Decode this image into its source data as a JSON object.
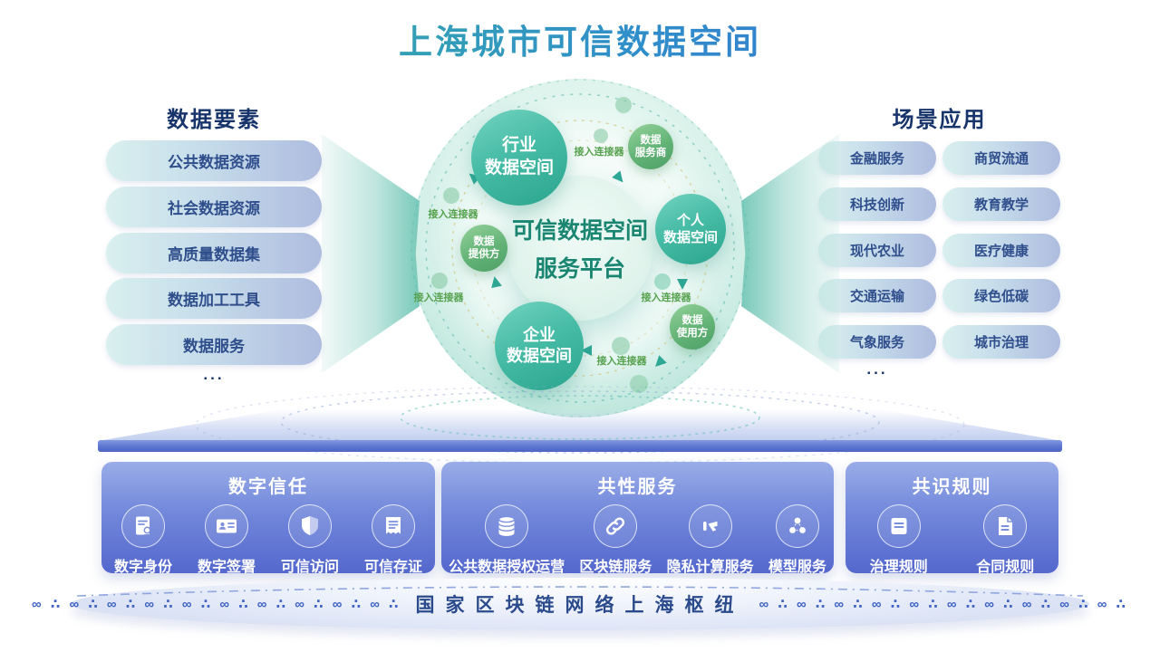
{
  "title": "上海城市可信数据空间",
  "left_panel": {
    "header": "数据要素",
    "items": [
      "公共数据资源",
      "社会数据资源",
      "高质量数据集",
      "数据加工工具",
      "数据服务"
    ],
    "more": "..."
  },
  "right_panel": {
    "header": "场景应用",
    "items": [
      "金融服务",
      "商贸流通",
      "科技创新",
      "教育教学",
      "现代农业",
      "医疗健康",
      "交通运输",
      "绿色低碳",
      "气象服务",
      "城市治理"
    ],
    "more": "..."
  },
  "center": {
    "platform_line1": "可信数据空间",
    "platform_line2": "服务平台",
    "industry_space": {
      "line1": "行业",
      "line2": "数据空间"
    },
    "personal_space": {
      "line1": "个人",
      "line2": "数据空间"
    },
    "enterprise_space": {
      "line1": "企业",
      "line2": "数据空间"
    },
    "service_provider_role": {
      "line1": "数据",
      "line2": "服务商"
    },
    "data_provider_role": {
      "line1": "数据",
      "line2": "提供方"
    },
    "data_consumer_role": {
      "line1": "数据",
      "line2": "使用方"
    },
    "connector_label": "接入连接器"
  },
  "panels": {
    "digital_trust": {
      "header": "数字信任",
      "items": [
        {
          "label": "数字身份",
          "icon": "certificate-icon"
        },
        {
          "label": "数字签署",
          "icon": "id-card-icon"
        },
        {
          "label": "可信访问",
          "icon": "shield-icon"
        },
        {
          "label": "可信存证",
          "icon": "receipt-icon"
        }
      ]
    },
    "common_services": {
      "header": "共性服务",
      "items": [
        {
          "label": "公共数据授权运营",
          "icon": "database-icon"
        },
        {
          "label": "区块链服务",
          "icon": "chain-link-icon"
        },
        {
          "label": "隐私计算服务",
          "icon": "privacy-computing-icon"
        },
        {
          "label": "模型服务",
          "icon": "model-nodes-icon"
        }
      ]
    },
    "consensus_rules": {
      "header": "共识规则",
      "items": [
        {
          "label": "治理规则",
          "icon": "rulebook-icon"
        },
        {
          "label": "合同规则",
          "icon": "contract-icon"
        }
      ]
    }
  },
  "banner": {
    "text": "国家区块链网络上海枢纽",
    "chain_left": "∞ ∴ ∞ ∴ ∞ ∴ ∞ ∴ ∞ ∴ ∞ ∴ ∞ ∴ ∞ ∴ ∞ ∴ ∞ ∴",
    "chain_right": "∞ ∴ ∞ ∴ ∞ ∴ ∞ ∴ ∞ ∴ ∞ ∴ ∞ ∴ ∞ ∴ ∞ ∴ ∞ ∴"
  },
  "colors": {
    "title_teal": "#38b2a3",
    "title_blue": "#3b6fd6",
    "header_navy": "#17346b",
    "pill_text": "#2f4e8c",
    "space_circle_teal": "#2aa48e",
    "role_circle_green": "#4ea067",
    "connector_green": "#57a24f",
    "panel_blue": "#5468cd",
    "banner_navy": "#2a4a8c",
    "chain_blue": "#3d62c4"
  }
}
